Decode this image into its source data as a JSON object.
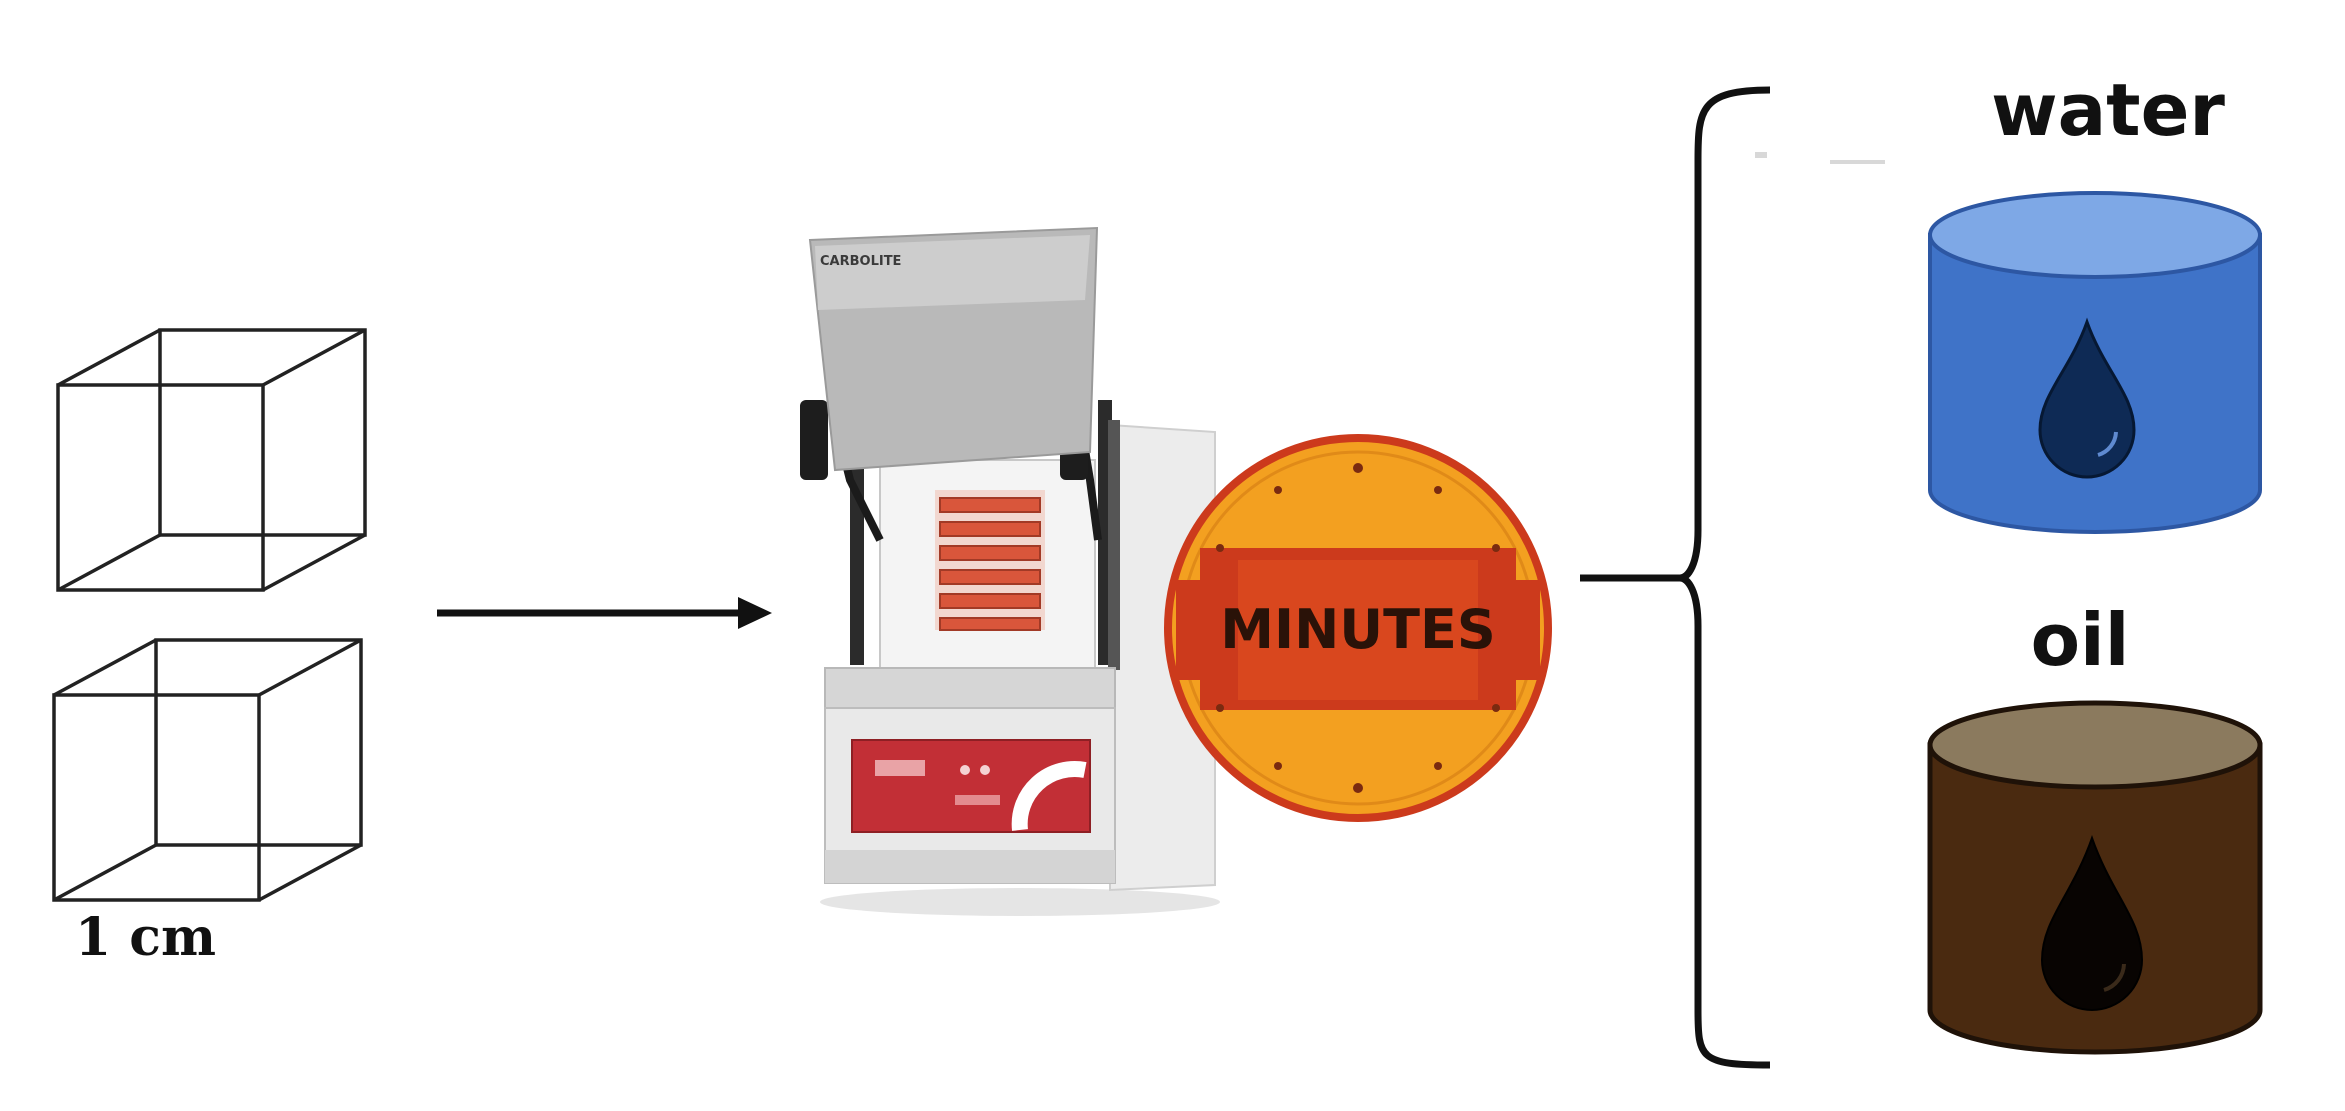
{
  "diagram": {
    "cube_label": "1 cm",
    "furnace_brand": "CARBOLITE",
    "timer_label": "MINUTES",
    "outcomes": [
      {
        "label": "water",
        "color": "#3f73c8"
      },
      {
        "label": "oil",
        "color": "#4a2a10"
      }
    ]
  },
  "colors": {
    "line": "#111111",
    "timer_orange": "#f3a020",
    "timer_red": "#cc3a1c",
    "furnace_panel": "#c22f36",
    "water_top": "#7ea8e6",
    "oil_top": "#8b7a5e"
  }
}
